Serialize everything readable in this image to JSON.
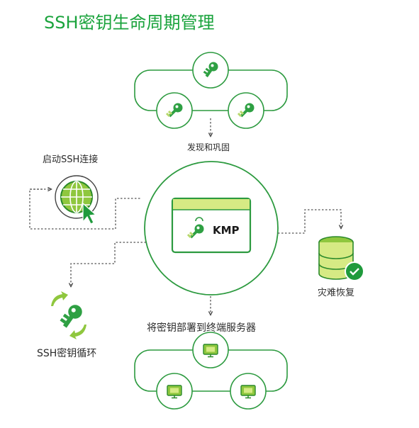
{
  "title": "SSH密钥生命周期管理",
  "discovery": {
    "label": "发现和巩固"
  },
  "connect": {
    "label": "启动SSH连接"
  },
  "center": {
    "label": "KMP"
  },
  "recovery": {
    "label": "灾难恢复"
  },
  "rotation": {
    "label": "SSH密钥循环"
  },
  "deploy": {
    "label": "将密钥部署到终端服务器"
  },
  "colors": {
    "green": "#1f9a3c",
    "key_green": "#2ea043",
    "light_green": "#d6ea84",
    "lime": "#8fc73e",
    "gray_dash": "#555555"
  }
}
